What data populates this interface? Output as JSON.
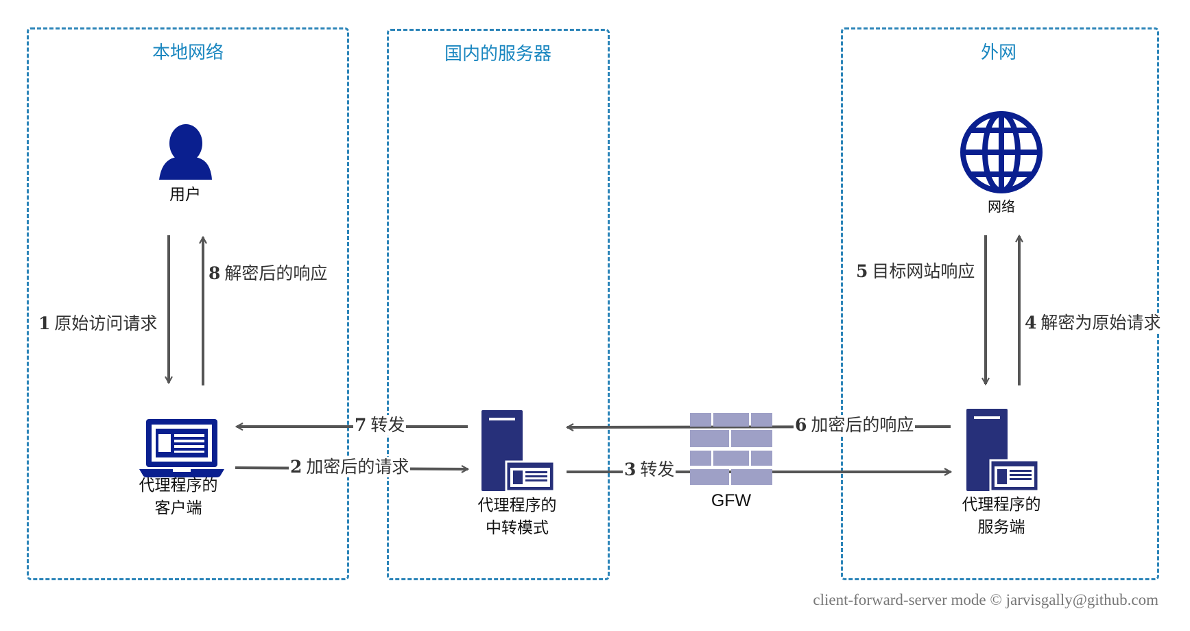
{
  "zones": {
    "local": "本地网络",
    "domestic": "国内的服务器",
    "external": "外网"
  },
  "nodes": {
    "user": "用户",
    "client_line1": "代理程序的",
    "client_line2": "客户端",
    "relay_line1": "代理程序的",
    "relay_line2": "中转模式",
    "firewall": "GFW",
    "server_line1": "代理程序的",
    "server_line2": "服务端",
    "internet": "网络"
  },
  "steps": [
    {
      "num": "1",
      "text": "原始访问请求"
    },
    {
      "num": "2",
      "text": "加密后的请求"
    },
    {
      "num": "3",
      "text": "转发"
    },
    {
      "num": "4",
      "text": "解密为原始请求"
    },
    {
      "num": "5",
      "text": "目标网站响应"
    },
    {
      "num": "6",
      "text": "加密后的响应"
    },
    {
      "num": "7",
      "text": "转发"
    },
    {
      "num": "8",
      "text": "解密后的响应"
    }
  ],
  "credit": "client-forward-server mode © jarvisgally@github.com",
  "colors": {
    "zone_border": "#2b84b8",
    "zone_title": "#1b87c0",
    "icon_navy": "#0a1f8f",
    "server_navy": "#27307a",
    "firewall_brick": "#9ea0c6",
    "arrow": "#555555"
  },
  "icons": [
    "user-icon",
    "laptop-icon",
    "server-icon",
    "firewall-icon",
    "globe-icon"
  ]
}
